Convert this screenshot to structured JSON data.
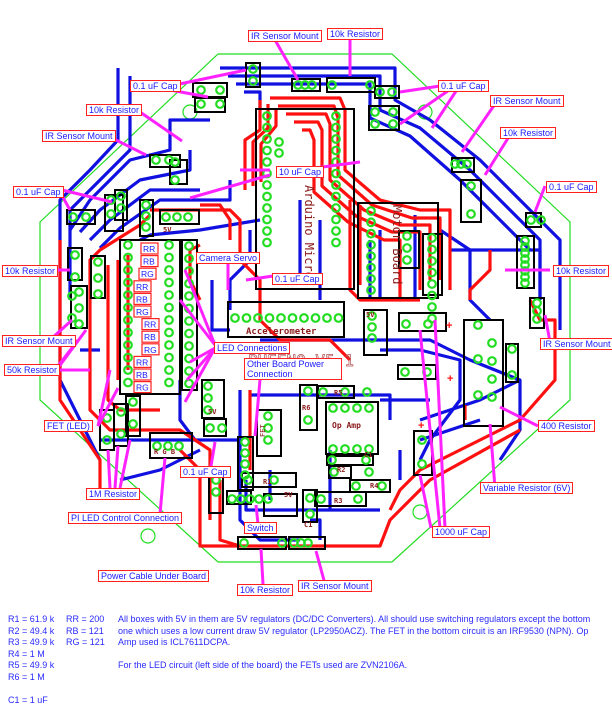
{
  "board": {
    "revision_text": "PHEENO V5.1",
    "colors": {
      "outline": "#22dd22",
      "bottom_trace": "#1010e0",
      "top_trace": "#ff1010",
      "pad": "#22dd22",
      "component_outline": "#000000",
      "silkscreen": "#8b1a1a",
      "callout_arrow": "#ff22ff",
      "label_border": "#ff2020",
      "label_text": "#1a1aff"
    },
    "silkscreen": {
      "arduino": "Arduino Micro",
      "motor_board": "Motor Board",
      "accelerometer": "Accelerometer",
      "op_amp": "Op Amp",
      "fet": "FET",
      "rgb": "R G B",
      "reg_5v": "5V",
      "r1": "R1",
      "r2": "R2",
      "r3": "R3",
      "r4": "R4",
      "r5": "R5",
      "r6": "R6",
      "c1": "C1",
      "plus": "+",
      "minus": "-",
      "servo_pins": [
        "-",
        "+",
        "s"
      ],
      "led_resistors": [
        "RR",
        "RB",
        "RG",
        "RR",
        "RB",
        "RG",
        "RR",
        "RB",
        "RG",
        "RR",
        "RB",
        "RG"
      ]
    },
    "callouts": {
      "ir_sensor_top": "IR Sensor Mount",
      "res_10k_top": "10k Resistor",
      "cap_01_top_left": "0.1 uF Cap",
      "cap_01_top_right": "0.1 uF Cap",
      "res_10k_upper_left": "10k Resistor",
      "ir_sensor_upper_right": "IR Sensor Mount",
      "ir_sensor_upper_left": "IR Sensor Mount",
      "res_10k_upper_right": "10k Resistor",
      "cap_10uf": "10 uF Cap",
      "cap_01_left": "0.1 uF Cap",
      "cap_01_right": "0.1 uF Cap",
      "camera_servo": "Camera Servo",
      "res_10k_left": "10k Resistor",
      "cap_01_center": "0.1 uF Cap",
      "res_10k_right": "10k Resistor",
      "ir_sensor_left": "IR Sensor Mount",
      "ir_sensor_right": "IR Sensor Mount",
      "led_connections": "LED Connections",
      "res_50k": "50k Resistor",
      "other_board_power": "Other Board Power Connection",
      "fet_led": "FET (LED)",
      "res_400": "400 Resistor",
      "cap_01_lower": "0.1 uF Cap",
      "variable_resistor": "Variable Resistor (6V)",
      "res_1m": "1M Resistor",
      "pi_led_control": "PI LED Control Connection",
      "switch": "Switch",
      "cap_1000uf": "1000 uF Cap",
      "power_cable": "Power Cable Under Board",
      "res_10k_bottom": "10k Resistor",
      "ir_sensor_bottom": "IR Sensor Mount"
    }
  },
  "notes": {
    "resistor_values": [
      "R1 = 61.9 k",
      "R2 = 49.4 k",
      "R3 = 49.9 k",
      "R4 = 1 M",
      "R5 = 49.9 k",
      "R6 = 1 M",
      "",
      "C1 = 1 uF"
    ],
    "led_resistor_values": [
      "RR = 200",
      "RB = 121",
      "RG = 121"
    ],
    "description_lines": [
      "All boxes with 5V in them are 5V regulators (DC/DC Converters). All should use switching regulators except the bottom",
      "one which uses a low current draw 5V regulator (LP2950ACZ). The FET in the bottom circuit is an IRF9530 (NPN). Op",
      "Amp used is ICL7611DCPA.",
      "",
      "For the LED circuit (left side of the board) the FETs used are ZVN2106A."
    ]
  }
}
